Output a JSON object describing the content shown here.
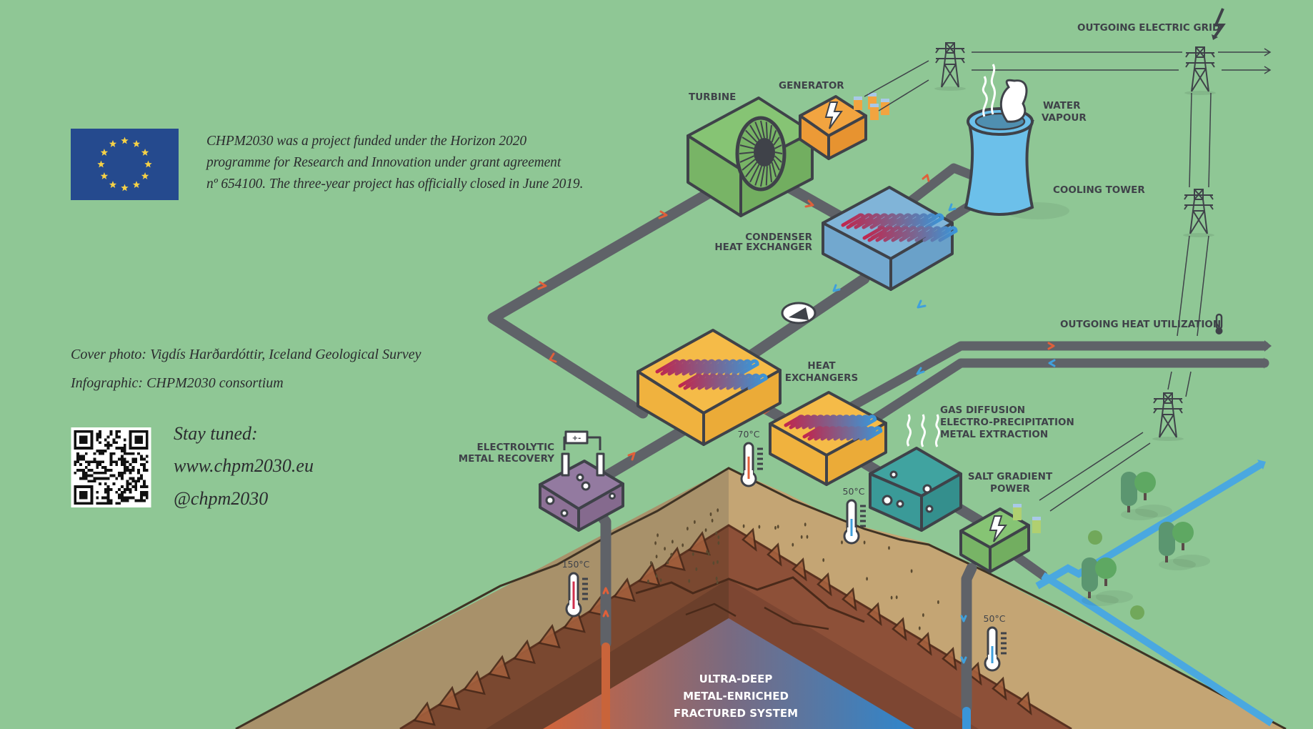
{
  "funding": {
    "lines": [
      "CHPM2030 was a project funded under the Horizon 2020",
      "programme for Research and Innovation under grant agreement",
      "nº 654100. The three-year project has officially closed in June 2019."
    ]
  },
  "credits": {
    "cover_photo": "Cover photo: Vigdís Harðardóttir, Iceland Geological Survey",
    "infographic": "Infographic: CHPM2030 consortium"
  },
  "contact": {
    "stay_tuned": "Stay tuned:",
    "website": "www.chpm2030.eu",
    "handle": "@chpm2030"
  },
  "logos": {
    "eu_flag": "eu-flag",
    "qr_code": "qr-code"
  },
  "labels": {
    "outgoing_grid": "OUTGOING ELECTRIC GRID",
    "turbine": "TURBINE",
    "generator": "GENERATOR",
    "water_vapour": [
      "WATER",
      "VAPOUR"
    ],
    "cooling_tower": "COOLING TOWER",
    "condenser": [
      "CONDENSER",
      "HEAT EXCHANGER"
    ],
    "outgoing_heat": "OUTGOING HEAT UTILIZATION",
    "heat_exchangers": [
      "HEAT",
      "EXCHANGERS"
    ],
    "gas_diffusion": [
      "GAS DIFFUSION",
      "ELECTRO-PRECIPITATION",
      "METAL EXTRACTION"
    ],
    "salt_gradient": [
      "SALT GRADIENT",
      "POWER"
    ],
    "electrolytic": [
      "ELECTROLYTIC",
      "METAL RECOVERY"
    ],
    "reservoir": [
      "ULTRA-DEEP",
      "METAL-ENRICHED",
      "FRACTURED SYSTEM"
    ]
  },
  "temperatures": {
    "heat_exchanger_out": "70°C",
    "gas_diffusion_out": "50°C",
    "production_well": "150°C",
    "injection_well": "50°C"
  },
  "thermometer_levels": {
    "heat_exchanger_out": 0.7,
    "gas_diffusion_out": 0.5,
    "production_well": 0.9,
    "injection_well": 0.5
  },
  "colors": {
    "background": "#8fc795",
    "pipe": "#5f6268",
    "hot": "#e0603a",
    "cold": "#3fa0dc",
    "turbine": "#7dbb6d",
    "generator": "#f2a440",
    "condenser": "#7fb3d8",
    "heat_exchanger": "#f5bb48",
    "gas_diffusion": "#3a9a98",
    "salt_gradient": "#7dbb6d",
    "electrolytic": "#8d7196",
    "cooling_tower": "#6cc0ea",
    "outline": "#3f4249"
  }
}
